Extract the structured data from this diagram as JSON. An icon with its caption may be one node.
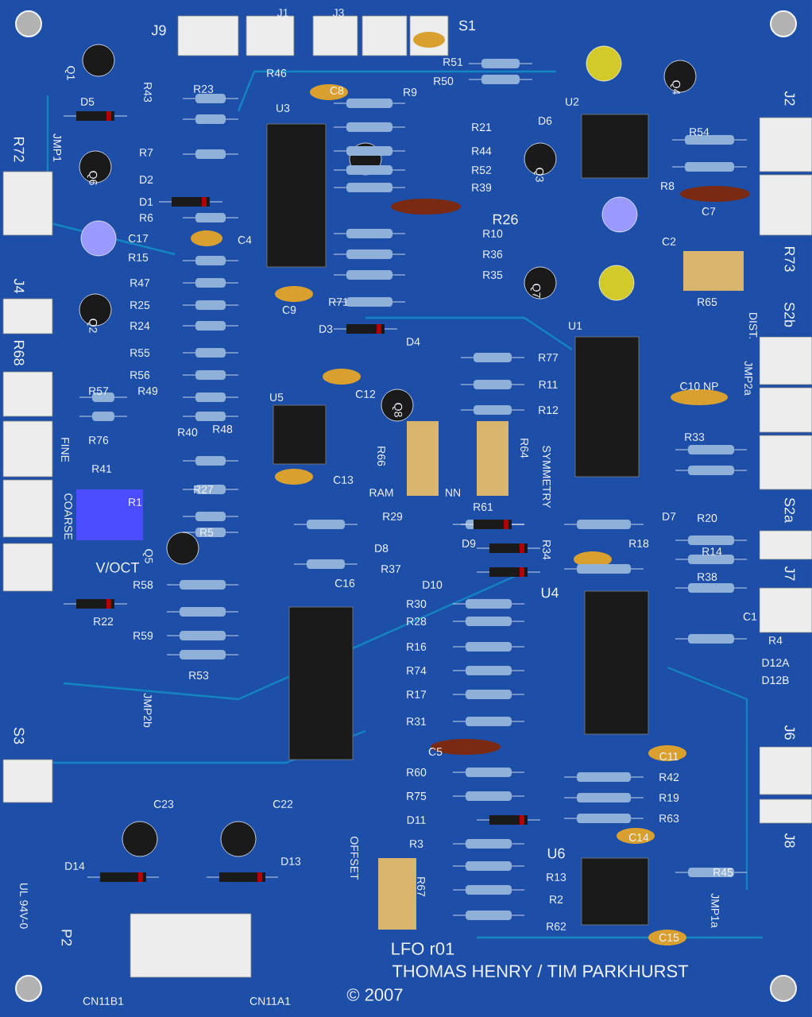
{
  "diagram": {
    "labels": [
      "J9",
      "R46",
      "J1",
      "J3",
      "S1",
      "Q1",
      "R43",
      "R23",
      "R51",
      "R50",
      "C8",
      "R9",
      "D6",
      "Q4",
      "J2",
      "D5",
      "R72",
      "JMP1",
      "U3",
      "R21",
      "R44",
      "R52",
      "R39",
      "Q3",
      "U2",
      "R54",
      "R7",
      "Q6",
      "D2",
      "D1",
      "R8",
      "C7",
      "R6",
      "R26",
      "C17",
      "C4",
      "R10",
      "R36",
      "R35",
      "C2",
      "R15",
      "R73",
      "J4",
      "R47",
      "R25",
      "R24",
      "Q2",
      "C9",
      "R71",
      "R65",
      "Q7",
      "D4",
      "D3",
      "DIST.",
      "S2b",
      "R55",
      "R68",
      "R56",
      "U1",
      "R77",
      "JMP2a",
      "C10 NP",
      "R57",
      "R49",
      "R11",
      "C12",
      "R12",
      "U5",
      "Q8",
      "R40",
      "R48",
      "R76",
      "R66",
      "R64",
      "SYMMETRY",
      "R41",
      "FINE",
      "R33",
      "R27",
      "C13",
      "RAM",
      "NN",
      "R61",
      "R1",
      "COARSE",
      "R5",
      "R29",
      "D9",
      "D7",
      "R20",
      "R34",
      "D8",
      "R18",
      "R14",
      "S2a",
      "Q5",
      "V/OCT",
      "R37",
      "C16",
      "D10",
      "R38",
      "J7",
      "R22",
      "R30",
      "R28",
      "R58",
      "U4",
      "C1",
      "R4",
      "R16",
      "D12A",
      "D12B",
      "R74",
      "R59",
      "R17",
      "R53",
      "R31",
      "JMP2b",
      "C5",
      "C11",
      "J6",
      "R60",
      "R42",
      "S3",
      "R75",
      "R19",
      "R63",
      "C14",
      "D11",
      "C23",
      "C22",
      "R3",
      "R67",
      "OFFSET",
      "D14",
      "D13",
      "R13",
      "U6",
      "R45",
      "J8",
      "R2",
      "JMP1a",
      "R62",
      "UL 94V-0",
      "P2",
      "C15",
      "LFO r01",
      "THOMAS HENRY / TIM PARKHURST",
      "© 2007",
      "CN11B1",
      "CN11A1"
    ]
  }
}
